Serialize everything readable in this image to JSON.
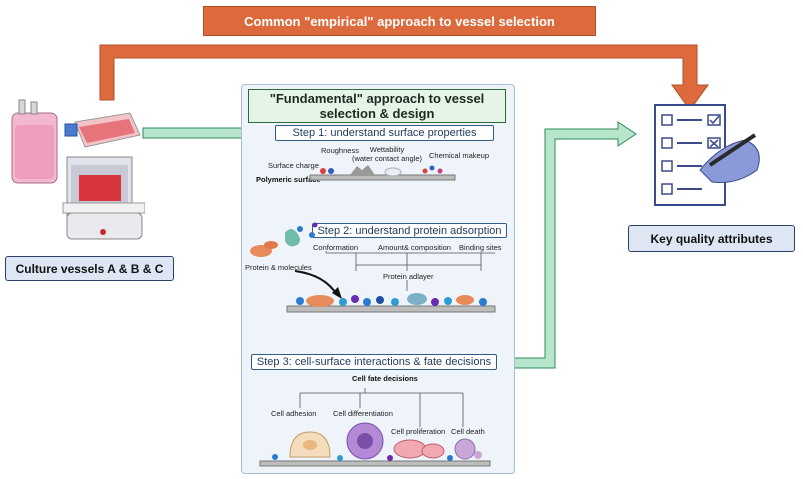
{
  "empirical": {
    "label": "Common \"empirical\" approach to vessel selection"
  },
  "fundamental": {
    "title": "\"Fundamental\" approach to vessel selection & design"
  },
  "step1": {
    "label": "Step 1: understand surface properties",
    "roughness": "Roughness",
    "wettability_1": "Wettability",
    "wettability_2": "(water contact angle)",
    "chemical_makeup": "Chemical makeup",
    "surface_charge": "Surface charge",
    "polymeric_surface": "Polymeric surface"
  },
  "step2": {
    "label": "Step 2: understand protein adsorption",
    "conformation": "Conformation",
    "amount": "Amount& composition",
    "binding_sites": "Binding sites",
    "protein_molecules": "Protein & molecules",
    "protein_adlayer": "Protein adlayer"
  },
  "step3": {
    "label": "Step 3: cell-surface interactions & fate decisions",
    "cell_fate": "Cell fate decisions",
    "cell_adhesion": "Cell adhesion",
    "cell_differentiation": "Cell differentiation",
    "cell_proliferation": "Cell proliferation",
    "cell_death": "Cell death"
  },
  "culture_vessels": {
    "label": "Culture vessels A & B & C"
  },
  "key_quality": {
    "label": "Key quality attributes"
  },
  "colors": {
    "orange": "#dd6a3c",
    "green_arrow": "#a8e0c0",
    "green_border": "#2e8b57",
    "step_border": "#2f5c8a"
  },
  "icons": [
    "culture-bag-icon",
    "culture-flask-icon",
    "well-plate-icon",
    "checklist-clipboard-icon",
    "pencil-hand-icon"
  ]
}
